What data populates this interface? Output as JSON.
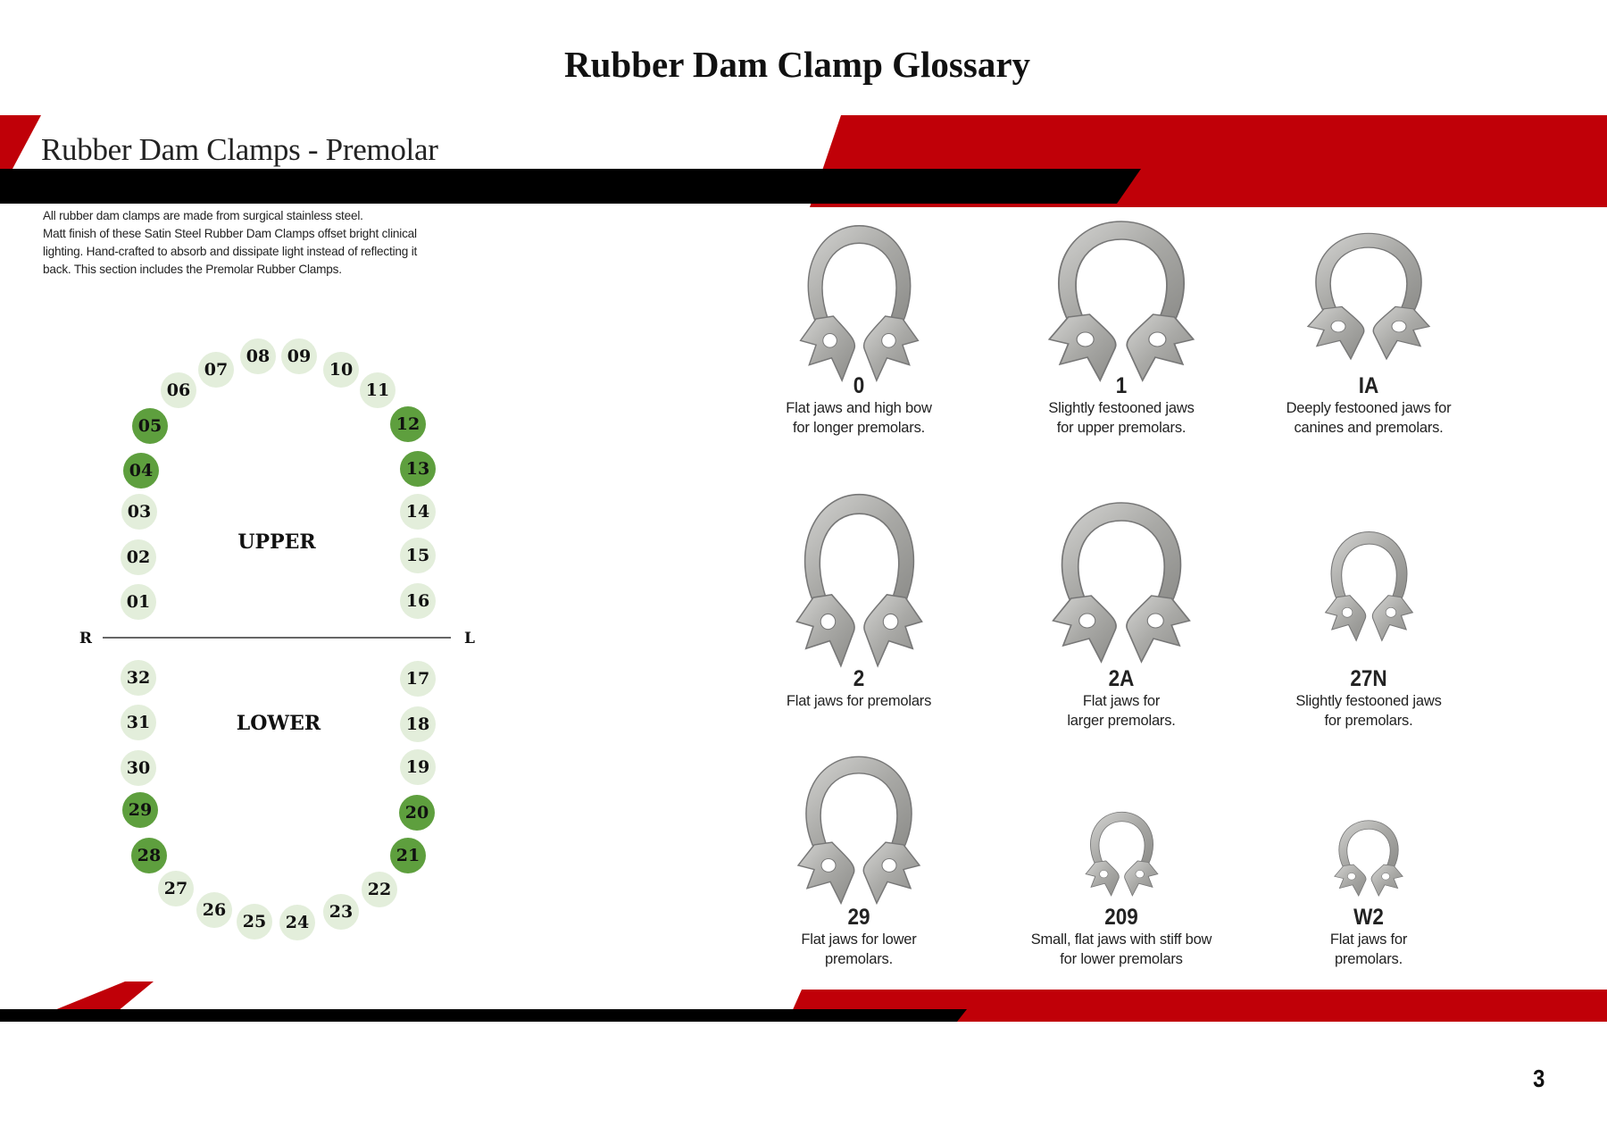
{
  "title": "Rubber Dam Clamp Glossary",
  "section": {
    "title": "Rubber Dam Clamps - Premolar",
    "intro": [
      "All rubber dam clamps are made from surgical  stainless steel.",
      "Matt finish of these Satin Steel Rubber Dam Clamps offset bright clinical",
      "lighting. Hand-crafted to absorb and dissipate light instead of reflecting it",
      "back. This section includes the Premolar Rubber Clamps."
    ]
  },
  "colors": {
    "red": "#c00008",
    "black": "#000000",
    "tooth_light": "#e3eedb",
    "tooth_selected": "#5e9f3e"
  },
  "tooth_chart": {
    "upper_label": "UPPER",
    "lower_label": "LOWER",
    "right_label": "R",
    "left_label": "L",
    "teeth": [
      {
        "n": "01",
        "sel": false
      },
      {
        "n": "02",
        "sel": false
      },
      {
        "n": "03",
        "sel": false
      },
      {
        "n": "04",
        "sel": true
      },
      {
        "n": "05",
        "sel": true
      },
      {
        "n": "06",
        "sel": false
      },
      {
        "n": "07",
        "sel": false
      },
      {
        "n": "08",
        "sel": false
      },
      {
        "n": "09",
        "sel": false
      },
      {
        "n": "10",
        "sel": false
      },
      {
        "n": "11",
        "sel": false
      },
      {
        "n": "12",
        "sel": true
      },
      {
        "n": "13",
        "sel": true
      },
      {
        "n": "14",
        "sel": false
      },
      {
        "n": "15",
        "sel": false
      },
      {
        "n": "16",
        "sel": false
      },
      {
        "n": "17",
        "sel": false
      },
      {
        "n": "18",
        "sel": false
      },
      {
        "n": "19",
        "sel": false
      },
      {
        "n": "20",
        "sel": true
      },
      {
        "n": "21",
        "sel": true
      },
      {
        "n": "22",
        "sel": false
      },
      {
        "n": "23",
        "sel": false
      },
      {
        "n": "24",
        "sel": false
      },
      {
        "n": "25",
        "sel": false
      },
      {
        "n": "26",
        "sel": false
      },
      {
        "n": "27",
        "sel": false
      },
      {
        "n": "28",
        "sel": true
      },
      {
        "n": "29",
        "sel": true
      },
      {
        "n": "30",
        "sel": false
      },
      {
        "n": "31",
        "sel": false
      },
      {
        "n": "32",
        "sel": false
      }
    ]
  },
  "clamps": [
    {
      "number": "0",
      "desc": [
        "Flat jaws and high bow",
        "for longer premolars."
      ]
    },
    {
      "number": "1",
      "desc": [
        "Slightly festooned jaws",
        "for upper premolars."
      ]
    },
    {
      "number": "IA",
      "desc": [
        "Deeply festooned jaws for",
        "canines and premolars."
      ]
    },
    {
      "number": "2",
      "desc": [
        "Flat jaws for premolars"
      ]
    },
    {
      "number": "2A",
      "desc": [
        "Flat jaws for",
        "larger premolars."
      ]
    },
    {
      "number": "27N",
      "desc": [
        "Slightly festooned jaws",
        "for premolars."
      ]
    },
    {
      "number": "29",
      "desc": [
        "Flat jaws for lower",
        "premolars."
      ]
    },
    {
      "number": "209",
      "desc": [
        "Small, flat jaws with  stiff bow",
        "for lower premolars"
      ]
    },
    {
      "number": "W2",
      "desc": [
        "Flat jaws for",
        "premolars."
      ]
    }
  ],
  "page_number": "3"
}
